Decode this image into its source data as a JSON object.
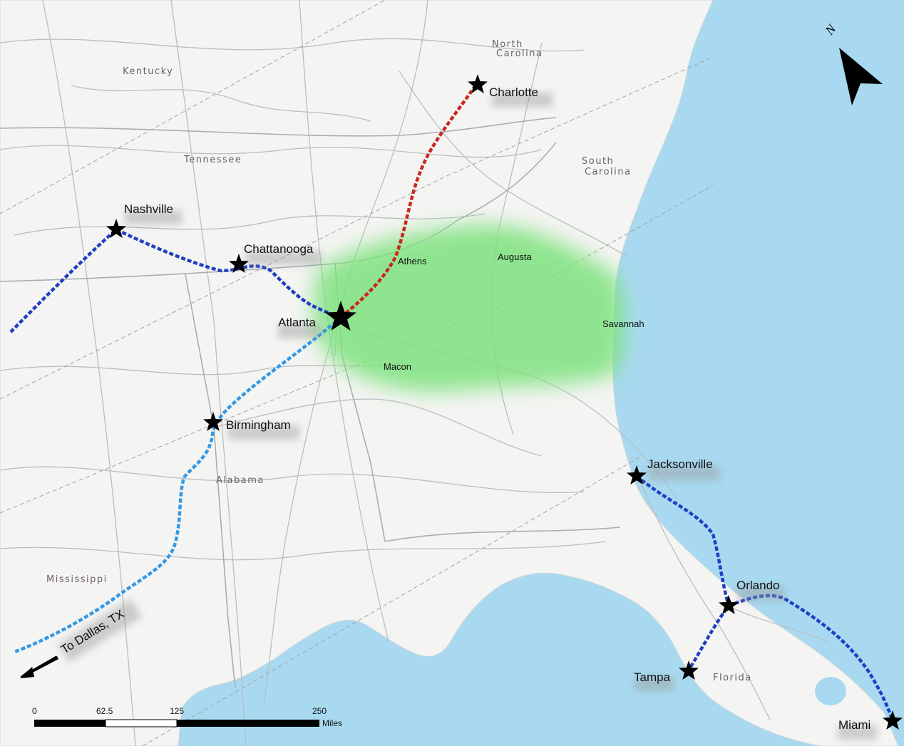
{
  "states": [
    "Kentucky",
    "Tennessee",
    "North",
    "Carolina",
    "South",
    "Carolina",
    "Alabama",
    "Mississippi",
    "Florida"
  ],
  "hub": "Atlanta",
  "cities": [
    "Charlotte",
    "Nashville",
    "Chattanooga",
    "Birmingham",
    "Jacksonville",
    "Orlando",
    "Tampa",
    "Miami"
  ],
  "region_cities": [
    "Athens",
    "Augusta",
    "Savannah",
    "Macon"
  ],
  "direction_label": "To Dallas, TX",
  "north_label": "N",
  "scale": {
    "ticks": [
      "0",
      "62.5",
      "125",
      "250"
    ],
    "unit": "Miles"
  },
  "colors": {
    "ocean": "#a8d9f0",
    "land": "#f4f4f2",
    "region": "#7ee27e",
    "route_dark_blue": "#1f3fc4",
    "route_light_blue": "#3399e6",
    "route_red": "#c8281e"
  }
}
